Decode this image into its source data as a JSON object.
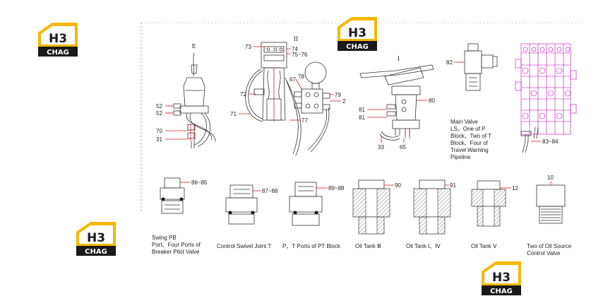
{
  "logo": {
    "top": "H3",
    "bottom": "CHAG"
  },
  "sections": {
    "E": "E",
    "II": "II",
    "I": "I"
  },
  "callouts": {
    "c52a": "52",
    "c52b": "52",
    "c70": "70",
    "c31": "31",
    "c73": "73",
    "c74": "74",
    "c7576": "75~76",
    "c72": "72",
    "c71": "71",
    "c78": "78",
    "c67": "67",
    "c79": "79",
    "c2": "2",
    "c77": "77",
    "c80": "80",
    "c81a": "81",
    "c81b": "81",
    "c33": "33",
    "c65": "65",
    "c82": "82",
    "c8384": "83~84",
    "c8685": "86~85",
    "c8788": "87~88",
    "c8988": "89~88",
    "c90": "90",
    "c91": "91",
    "c12": "12",
    "c10": "10"
  },
  "captions": {
    "main_valve": [
      "Main Valve",
      "LS、One of P",
      "Block、Two of T",
      "Block、Four of",
      "Travel Warning",
      "Pipeline"
    ],
    "swing": [
      "Swing  PB",
      "Port、Four Ports of",
      "Breaker Pilot Valve"
    ],
    "swivel": "Control Swivel Joint T",
    "pt": "P、T Ports of PT Block",
    "tank3": "Oil Tank Ⅲ",
    "tank14": "Oil Tank Ⅰ、Ⅳ",
    "tank5": "Oil Tank Ⅴ",
    "source": [
      "Two of Oil Source",
      "Control Valve"
    ]
  },
  "colors": {
    "logo_yellow": "#f5b800",
    "logo_dark": "#1a1a1a",
    "valve_magenta": "#c400c4",
    "hose_red": "#d02020"
  }
}
